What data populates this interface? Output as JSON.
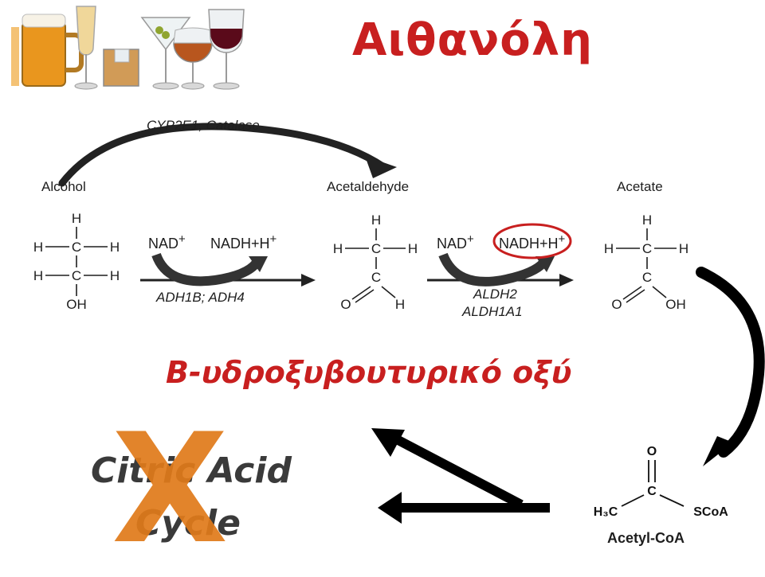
{
  "title": "Αιθανόλη",
  "subtitle": "Β-υδροξυβουτυρικό οξύ",
  "top_enzymes": "CYP2E1, Catalase",
  "compounds": {
    "alcohol": "Alcohol",
    "acetaldehyde": "Acetaldehyde",
    "acetate": "Acetate",
    "acetyl_coa": "Acetyl-CoA"
  },
  "step1": {
    "cofactor_in": "NAD",
    "cofactor_out": "NADH+H",
    "enzymes": "ADH1B; ADH4"
  },
  "step2": {
    "cofactor_in": "NAD",
    "cofactor_out": "NADH+H",
    "enzymes_line1": "ALDH2",
    "enzymes_line2": "ALDH1A1"
  },
  "plus_sign": "+",
  "atoms": {
    "H": "H",
    "C": "C",
    "O": "O",
    "OH": "OH",
    "H3C": "H₃C",
    "SCoA": "SCoA"
  },
  "citric_cycle": {
    "line1": "Citric Acid",
    "line2": "Cycle",
    "blocked_mark": "X"
  },
  "colors": {
    "accent": "#c81f1f",
    "x_mark": "#e07a1a",
    "arrow": "#000000"
  },
  "icons": [
    "beer-mug-icon",
    "champagne-glass-icon",
    "whisky-glass-icon",
    "martini-glass-icon",
    "cognac-glass-icon",
    "wine-glass-icon"
  ]
}
